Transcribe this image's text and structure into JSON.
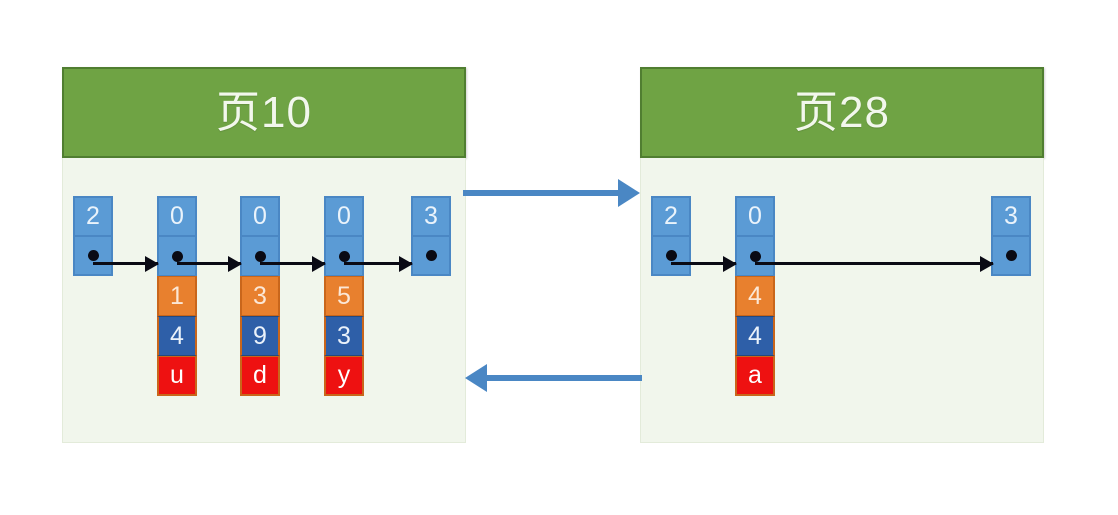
{
  "diagram": {
    "background_color": "#FFFFFF",
    "panel_body_color": "#F1F6EC",
    "header_color": "#6FA344",
    "node_color": "#5B9BD5",
    "orange_color": "#E8802E",
    "darkblue_color": "#2E5FA8",
    "red_color": "#EE1111",
    "link_arrow_color": "#4A87C4",
    "pointer_arrow_color": "#0A0A14"
  },
  "pages": [
    {
      "id": "page-10",
      "title": "页10",
      "nodes": [
        {
          "id": "n0",
          "key": "2",
          "pointer": "●",
          "data": []
        },
        {
          "id": "n1",
          "key": "0",
          "pointer": "●",
          "data": [
            {
              "value": "1",
              "style": "orange"
            },
            {
              "value": "4",
              "style": "darkblue"
            },
            {
              "value": "u",
              "style": "red"
            }
          ]
        },
        {
          "id": "n2",
          "key": "0",
          "pointer": "●",
          "data": [
            {
              "value": "3",
              "style": "orange"
            },
            {
              "value": "9",
              "style": "darkblue"
            },
            {
              "value": "d",
              "style": "red"
            }
          ]
        },
        {
          "id": "n3",
          "key": "0",
          "pointer": "●",
          "data": [
            {
              "value": "5",
              "style": "orange"
            },
            {
              "value": "3",
              "style": "darkblue"
            },
            {
              "value": "y",
              "style": "red"
            }
          ]
        },
        {
          "id": "n4",
          "key": "3",
          "pointer": "●",
          "data": []
        }
      ]
    },
    {
      "id": "page-28",
      "title": "页28",
      "nodes": [
        {
          "id": "m0",
          "key": "2",
          "pointer": "●",
          "data": []
        },
        {
          "id": "m1",
          "key": "0",
          "pointer": "●",
          "data": [
            {
              "value": "4",
              "style": "orange"
            },
            {
              "value": "4",
              "style": "darkblue"
            },
            {
              "value": "a",
              "style": "red"
            }
          ]
        },
        {
          "id": "m2",
          "key": "3",
          "pointer": "●",
          "data": []
        }
      ]
    }
  ],
  "page_links": [
    {
      "id": "link-forward",
      "direction": "right",
      "from": "page-10",
      "to": "page-28"
    },
    {
      "id": "link-backward",
      "direction": "left",
      "from": "page-28",
      "to": "page-10"
    }
  ]
}
